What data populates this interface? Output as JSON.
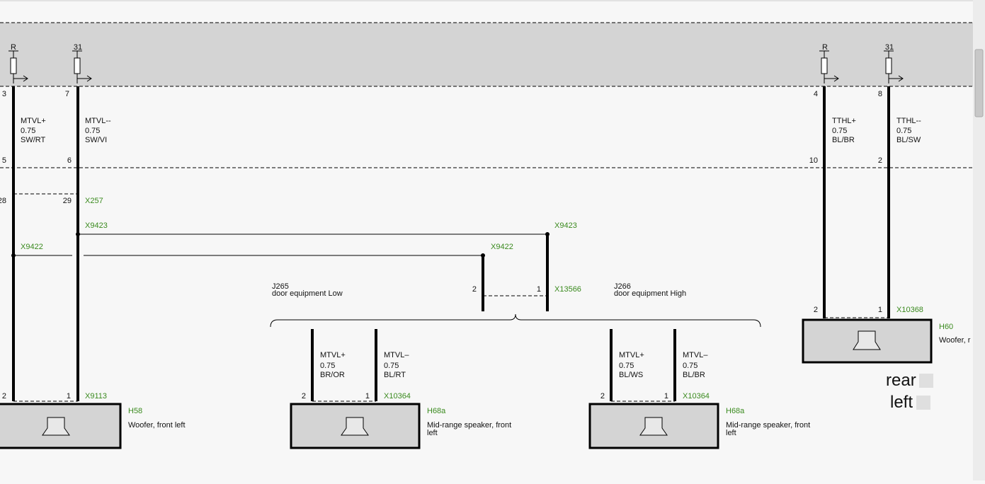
{
  "connectors": {
    "x257": "X257",
    "x9423_left": "X9423",
    "x9422_left": "X9422",
    "x9422_mid": "X9422",
    "x9423_mid": "X9423",
    "x13566": "X13566",
    "x9113": "X9113",
    "x10364_a": "X10364",
    "x10364_b": "X10364",
    "x10368": "X10368"
  },
  "pins": {
    "p_top_r1": "R",
    "p_top_311": "31",
    "p_top_r2": "R",
    "p_top_312": "31",
    "p3": "3",
    "p7": "7",
    "p4": "4",
    "p8": "8",
    "p5": "5",
    "p6": "6",
    "p10": "10",
    "p2r": "2",
    "p28": "28",
    "p29": "29",
    "p2mid": "2",
    "p1mid": "1",
    "p2rear": "2",
    "p1rear": "1",
    "p2h58": "2",
    "p1h58": "1",
    "p2h68a": "2",
    "p1h68a": "1",
    "p2h68b": "2",
    "p1h68b": "1"
  },
  "wires": {
    "w1": [
      "MTVL+",
      "0.75",
      "SW/RT"
    ],
    "w2": [
      "MTVL--",
      "0.75",
      "SW/VI"
    ],
    "w3": [
      "TTHL+",
      "0.75",
      "BL/BR"
    ],
    "w4": [
      "TTHL--",
      "0.75",
      "BL/SW"
    ],
    "w5": [
      "MTVL+",
      "0.75",
      "BR/OR"
    ],
    "w6": [
      "MTVL–",
      "0.75",
      "BL/RT"
    ],
    "w7": [
      "MTVL+",
      "0.75",
      "BL/WS"
    ],
    "w8": [
      "MTVL–",
      "0.75",
      "BL/BR"
    ]
  },
  "options": {
    "j265_code": "J265",
    "j265_text": "door equipment Low",
    "j266_code": "J266",
    "j266_text": "door equipment High"
  },
  "components": {
    "h58": {
      "code": "H58",
      "desc": "Woofer, front left"
    },
    "h68a_1": {
      "code": "H68a",
      "desc1": "Mid-range speaker, front",
      "desc2": "left"
    },
    "h68a_2": {
      "code": "H68a",
      "desc1": "Mid-range speaker, front",
      "desc2": "left"
    },
    "h60": {
      "code": "H60",
      "desc": "Woofer, r"
    }
  },
  "handwritten": {
    "line1": "rear",
    "line2": "left"
  },
  "colors": {
    "module_band": "#d4d4d4",
    "connector_green": "#3a8a1e",
    "speaker_box": "#d4d4d4"
  }
}
